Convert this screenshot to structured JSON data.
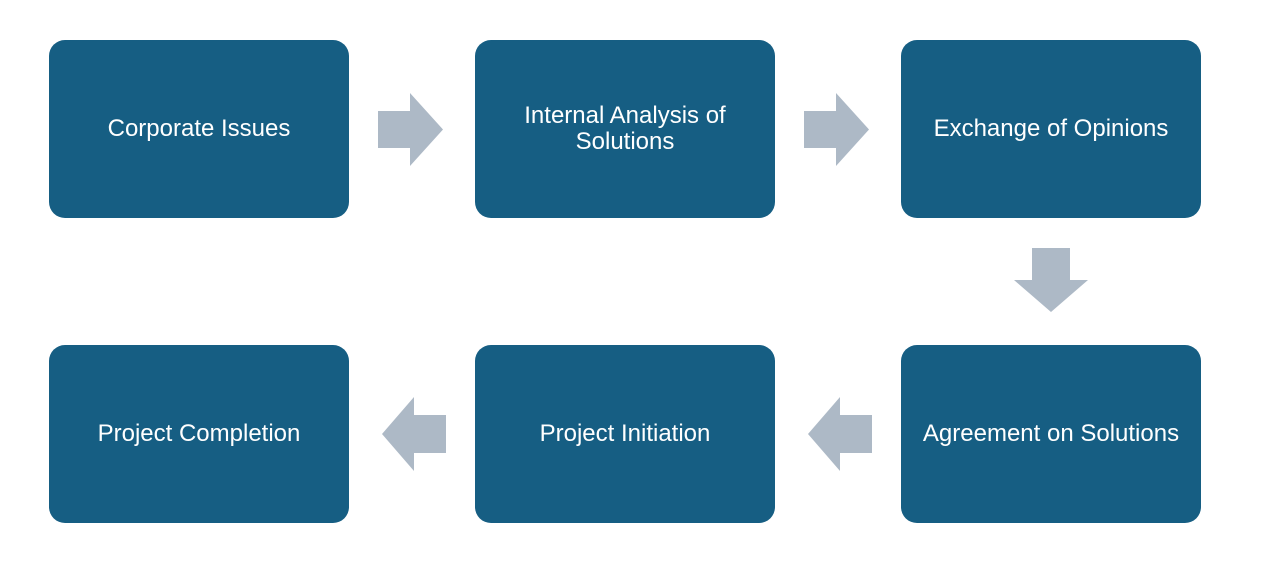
{
  "colors": {
    "box_fill": "#165e83",
    "box_text": "#ffffff",
    "arrow_fill": "#adb9c6",
    "background": "#ffffff"
  },
  "steps": [
    {
      "label": "Corporate Issues"
    },
    {
      "label": "Internal Analysis of\nSolutions"
    },
    {
      "label": "Exchange of Opinions"
    },
    {
      "label": "Agreement on Solutions"
    },
    {
      "label": "Project Initiation"
    },
    {
      "label": "Project Completion"
    }
  ],
  "arrows": [
    {
      "icon": "arrow-right-icon",
      "from": "Corporate Issues",
      "to": "Internal Analysis of Solutions"
    },
    {
      "icon": "arrow-right-icon",
      "from": "Internal Analysis of Solutions",
      "to": "Exchange of Opinions"
    },
    {
      "icon": "arrow-down-icon",
      "from": "Exchange of Opinions",
      "to": "Agreement on Solutions"
    },
    {
      "icon": "arrow-left-icon",
      "from": "Agreement on Solutions",
      "to": "Project Initiation"
    },
    {
      "icon": "arrow-left-icon",
      "from": "Project Initiation",
      "to": "Project Completion"
    }
  ]
}
